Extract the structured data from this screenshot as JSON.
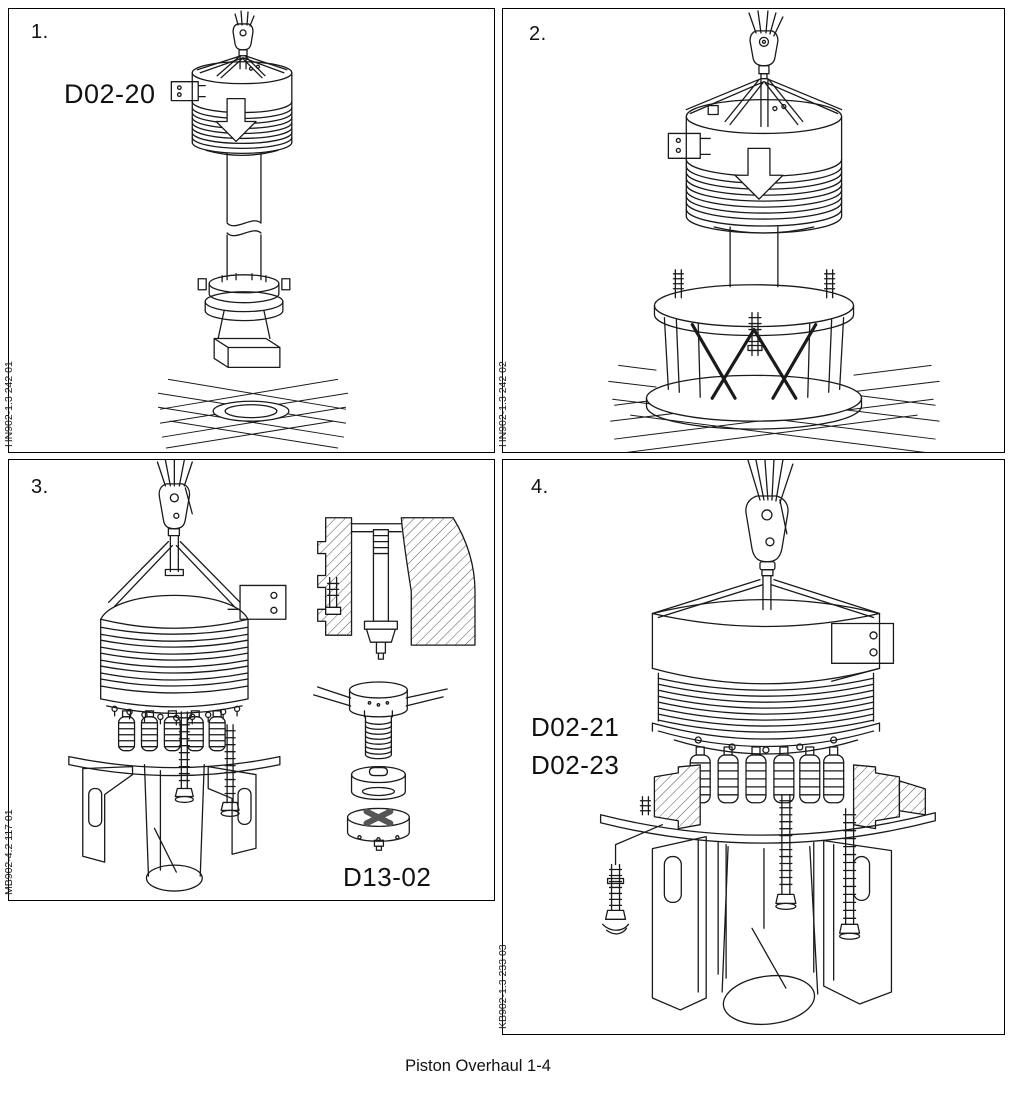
{
  "page": {
    "caption": "Piston Overhaul 1-4"
  },
  "panels": [
    {
      "number": "1.",
      "doc_code": "HN902-1.3 242 01",
      "tool_labels": [
        "D02-20"
      ]
    },
    {
      "number": "2.",
      "doc_code": "HN902-1.3 242 02",
      "tool_labels": []
    },
    {
      "number": "3.",
      "doc_code": "MB902-4.2 117 01",
      "tool_labels": [
        "D13-02"
      ]
    },
    {
      "number": "4.",
      "doc_code": "KB902-1.3 233 03",
      "tool_labels": [
        "D02-21",
        "D02-23"
      ]
    }
  ]
}
